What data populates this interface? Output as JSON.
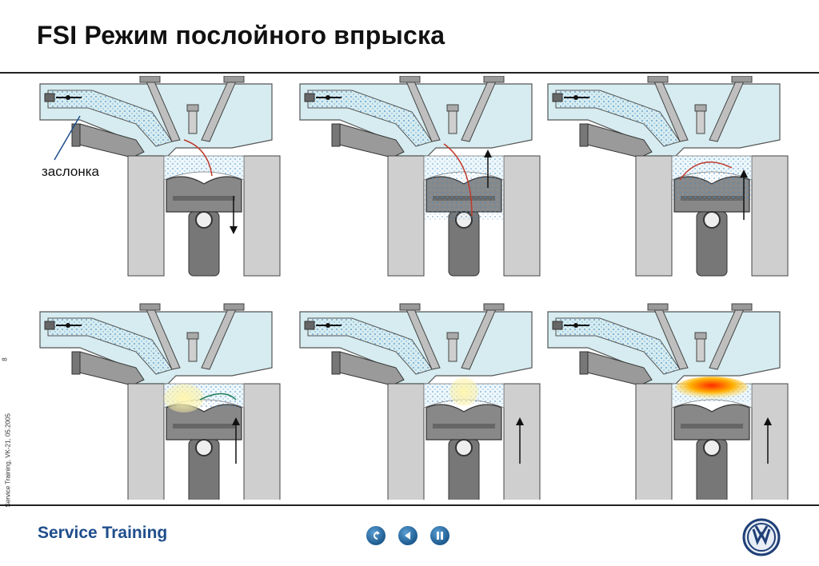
{
  "slide": {
    "title": "FSI Режим послойного впрыска",
    "side_text": "Service Training, VK-21, 05.2005",
    "page_number": "8"
  },
  "diagram": {
    "callout_label": "заслонка",
    "panels": [
      {
        "stage": "intake",
        "piston_direction": "down"
      },
      {
        "stage": "intake-bottom",
        "piston_direction": "up"
      },
      {
        "stage": "compression-tumble",
        "piston_direction": "up"
      },
      {
        "stage": "injection",
        "piston_direction": "up"
      },
      {
        "stage": "mixture-formation",
        "piston_direction": "up"
      },
      {
        "stage": "ignition",
        "piston_direction": "up"
      }
    ]
  },
  "footer": {
    "brand": "Service Training",
    "nav_buttons": [
      "rewind-icon",
      "back-icon",
      "pause-icon"
    ],
    "logo": "vw-logo"
  },
  "colors": {
    "brand_blue": "#1f4e8c",
    "head_fill": "#d6ecf0",
    "spray": "#7fb7d9",
    "mixture": "#fff2a8",
    "flame": "#ff6a00"
  }
}
